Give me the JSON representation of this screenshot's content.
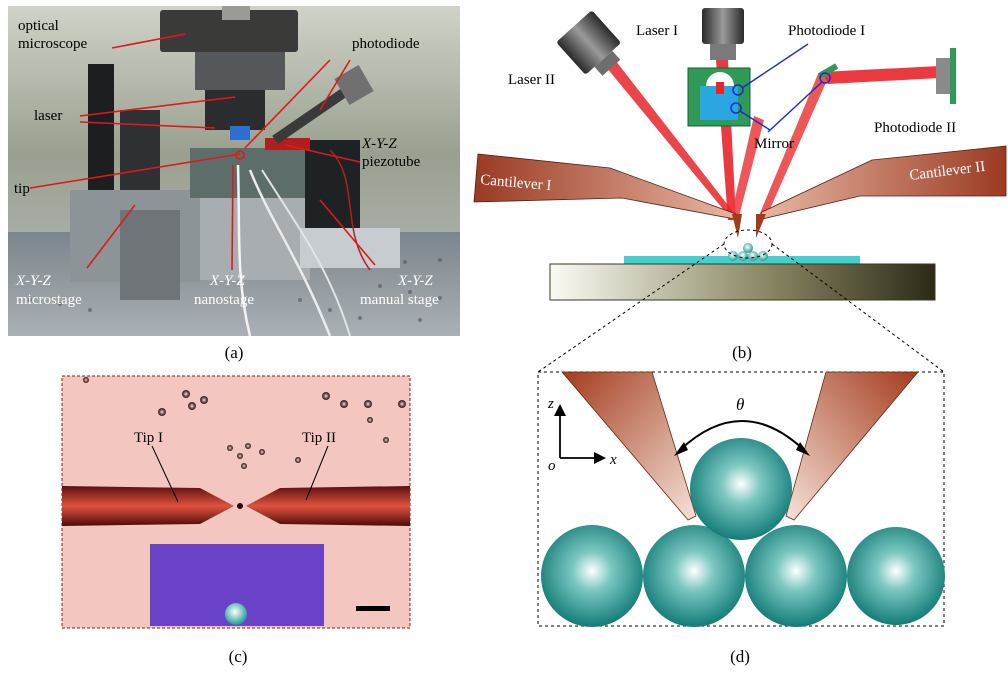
{
  "panel_a": {
    "caption": "(a)",
    "labels": {
      "optical_microscope_1": "optical",
      "optical_microscope_2": "microscope",
      "photodiode": "photodiode",
      "laser": "laser",
      "piezotube_1": "X-Y-Z",
      "piezotube_2": "piezotube",
      "tip": "tip",
      "microstage_1": "X-Y-Z",
      "microstage_2": "microstage",
      "nanostage_1": "X-Y-Z",
      "nanostage_2": "nanostage",
      "manual_stage_1": "X-Y-Z",
      "manual_stage_2": "manual stage"
    }
  },
  "panel_b": {
    "caption": "(b)",
    "labels": {
      "laser_1": "Laser I",
      "laser_2": "Laser II",
      "photodiode_1": "Photodiode I",
      "photodiode_2": "Photodiode II",
      "mirror": "Mirror",
      "cantilever_1": "Cantilever I",
      "cantilever_2": "Cantilever II"
    }
  },
  "panel_c": {
    "caption": "(c)",
    "labels": {
      "tip_1": "Tip I",
      "tip_2": "Tip II"
    }
  },
  "panel_d": {
    "caption": "(d)",
    "labels": {
      "theta": "θ",
      "axis_z": "z",
      "axis_x": "x",
      "origin": "o"
    }
  },
  "colors": {
    "beam": "#e8242a",
    "cantilever": "#b5472c",
    "sphere": "#1a8f8a",
    "pointer": "#e01818",
    "photodiode_panel": "#2e9a55",
    "inset": "#6a42c8",
    "micrograph_bg": "#f3c7c0"
  }
}
